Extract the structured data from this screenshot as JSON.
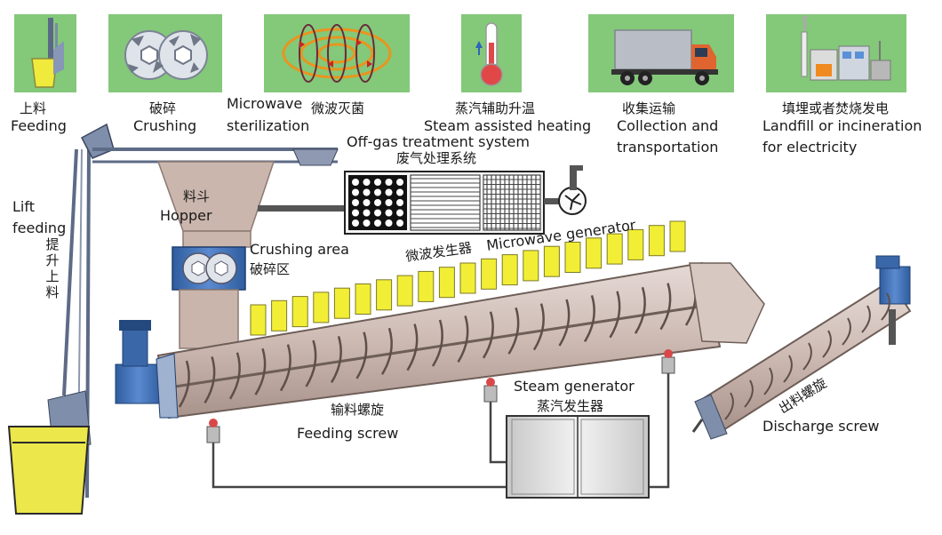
{
  "steps": [
    {
      "zh": "上料",
      "en": "Feeding"
    },
    {
      "zh": "破碎",
      "en": "Crushing"
    },
    {
      "zh": "微波灭菌",
      "en1": "Microwave",
      "en2": "sterilization"
    },
    {
      "zh": "蒸汽辅助升温",
      "en": "Steam assisted heating"
    },
    {
      "zh": "收集运输",
      "en1": "Collection and",
      "en2": "transportation"
    },
    {
      "zh": "填埋或者焚烧发电",
      "en1": "Landfill or incineration",
      "en2": "for electricity"
    }
  ],
  "labels": {
    "offgas_en": "Off-gas treatment system",
    "offgas_zh": "废气处理系统",
    "hopper_zh": "料斗",
    "hopper_en": "Hopper",
    "lift_en1": "Lift",
    "lift_en2": "feeding",
    "lift_zh": "提升上料",
    "crushing_en": "Crushing area",
    "crushing_zh": "破碎区",
    "microwave_gen_zh": "微波发生器",
    "microwave_gen_en": "Microwave generator",
    "feeding_screw_zh": "输料螺旋",
    "feeding_screw_en": "Feeding screw",
    "steam_gen_en": "Steam generator",
    "steam_gen_zh": "蒸汽发生器",
    "discharge_zh": "出料螺旋",
    "discharge_en": "Discharge screw"
  },
  "colors": {
    "tile_green": "#84c87a",
    "body_beige": "#d2c2bc",
    "hopper_beige": "#c8b2a8",
    "machine_blue": "#3d6fb4",
    "generator_yellow": "#f2ee35",
    "bin_yellow": "#ece74a",
    "steam_cabinet": "#dcdcdc"
  }
}
